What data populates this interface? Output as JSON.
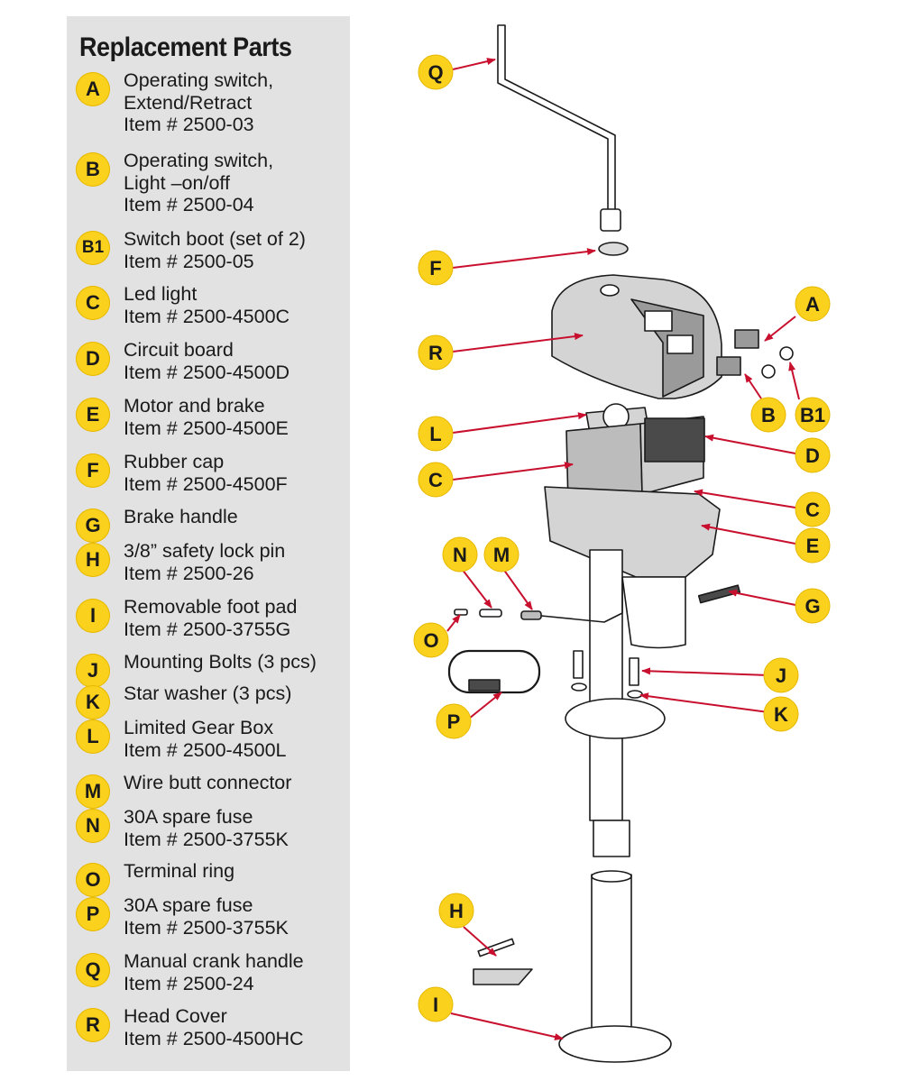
{
  "legend": {
    "title": "Replacement Parts",
    "parts": [
      {
        "letter": "A",
        "name": "Operating switch,",
        "name2": "Extend/Retract",
        "item": "Item # 2500-03"
      },
      {
        "letter": "B",
        "name": "Operating switch,",
        "name2": "Light –on/off",
        "item": "Item # 2500-04"
      },
      {
        "letter": "B1",
        "name": "Switch boot (set of 2)",
        "name2": "",
        "item": "Item # 2500-05"
      },
      {
        "letter": "C",
        "name": "Led light",
        "name2": "",
        "item": "Item # 2500-4500C"
      },
      {
        "letter": "D",
        "name": "Circuit board",
        "name2": "",
        "item": "Item # 2500-4500D"
      },
      {
        "letter": "E",
        "name": "Motor and brake",
        "name2": "",
        "item": "Item # 2500-4500E"
      },
      {
        "letter": "F",
        "name": "Rubber cap",
        "name2": "",
        "item": "Item # 2500-4500F"
      },
      {
        "letter": "G",
        "name": "Brake handle",
        "name2": "",
        "item": ""
      },
      {
        "letter": "H",
        "name": "3/8” safety lock pin",
        "name2": "",
        "item": "Item # 2500-26"
      },
      {
        "letter": "I",
        "name": "Removable foot pad",
        "name2": "",
        "item": "Item # 2500-3755G"
      },
      {
        "letter": "J",
        "name": "Mounting Bolts (3 pcs)",
        "name2": "",
        "item": ""
      },
      {
        "letter": "K",
        "name": "Star washer (3 pcs)",
        "name2": "",
        "item": ""
      },
      {
        "letter": "L",
        "name": "Limited Gear Box",
        "name2": "",
        "item": "Item # 2500-4500L"
      },
      {
        "letter": "M",
        "name": "Wire butt connector",
        "name2": "",
        "item": ""
      },
      {
        "letter": "N",
        "name": "30A spare fuse",
        "name2": "",
        "item": "Item # 2500-3755K"
      },
      {
        "letter": "O",
        "name": "Terminal ring",
        "name2": "",
        "item": ""
      },
      {
        "letter": "P",
        "name": "30A spare fuse",
        "name2": "",
        "item": "Item # 2500-3755K"
      },
      {
        "letter": "Q",
        "name": "Manual crank handle",
        "name2": "",
        "item": "Item # 2500-24"
      },
      {
        "letter": "R",
        "name": "Head Cover",
        "name2": "",
        "item": "Item # 2500-4500HC"
      }
    ]
  },
  "callouts": {
    "Q": "Q",
    "F": "F",
    "R": "R",
    "A": "A",
    "B": "B",
    "B1": "B1",
    "L": "L",
    "D": "D",
    "C_left": "C",
    "C_right": "C",
    "E": "E",
    "G": "G",
    "N": "N",
    "M": "M",
    "O": "O",
    "J": "J",
    "K": "K",
    "P": "P",
    "H": "H",
    "I": "I"
  },
  "colors": {
    "badge": "#fad11c",
    "panel": "#e2e2e2",
    "arrow": "#c8102e",
    "line": "#1a1a1a"
  }
}
